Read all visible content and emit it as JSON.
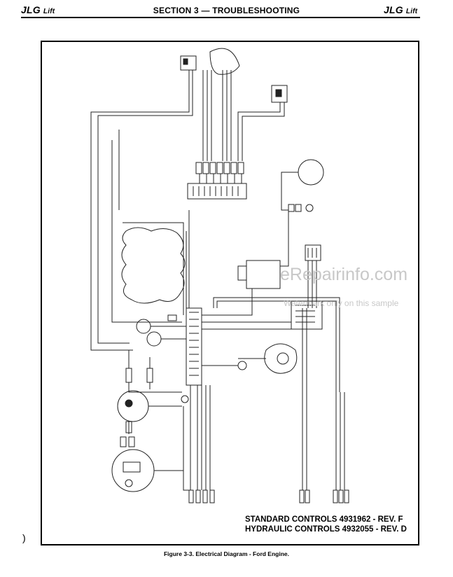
{
  "header": {
    "brand_left": "JLG",
    "brand_left_suffix": "Lift",
    "section_title": "SECTION 3 — TROUBLESHOOTING",
    "brand_right": "JLG",
    "brand_right_suffix": "Lift"
  },
  "diagram": {
    "controls_line_1": "STANDARD CONTROLS 4931962 - REV. F",
    "controls_line_2": "HYDRAULIC CONTROLS 4932055 - REV. D"
  },
  "caption": "Figure 3-3. Electrical Diagram - Ford Engine.",
  "watermark": {
    "main": "eRepairinfo.com",
    "sub": "Watermark only on this sample"
  },
  "page_mark": ")",
  "colors": {
    "ink": "#000000",
    "wire": "#222222",
    "watermark": "#c8c8c8"
  }
}
